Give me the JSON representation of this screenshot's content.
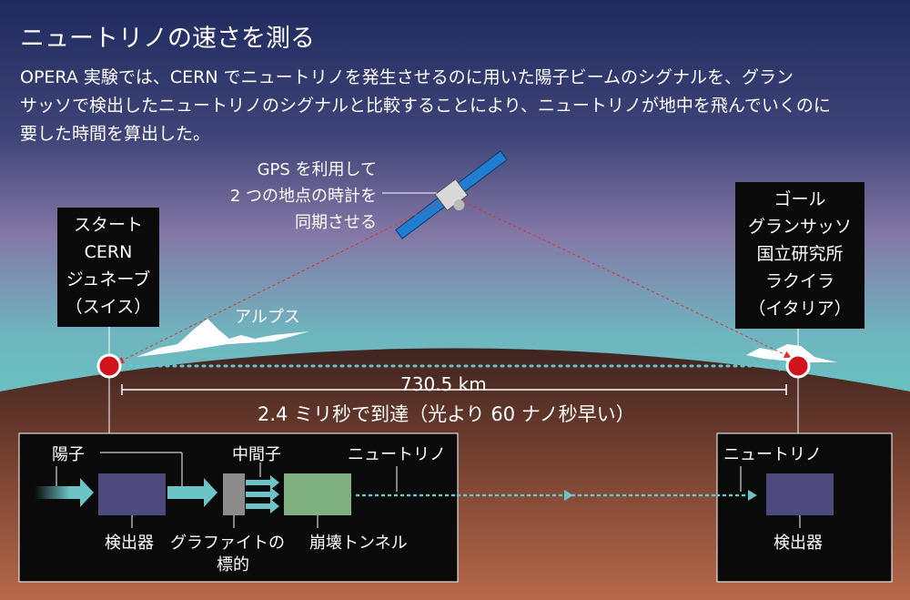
{
  "title": "ニュートリノの速さを測る",
  "description_lines": [
    "OPERA 実験では、CERN でニュートリノを発生させるのに用いた陽子ビームのシグナルを、グラン",
    "サッソで検出したニュートリノのシグナルと比較することにより、ニュートリノが地中を飛んでいくのに",
    "要した時間を算出した。"
  ],
  "gps_label_lines": [
    "GPS を利用して",
    "2 つの地点の時計を",
    "同期させる"
  ],
  "start_label_lines": [
    "スタート",
    "CERN",
    "ジュネーブ",
    "（スイス）"
  ],
  "goal_label_lines": [
    "ゴール",
    "グランサッソ",
    "国立研究所",
    "ラクイラ",
    "（イタリア）"
  ],
  "alps_label": "アルプス",
  "distance_label": "730.5 km",
  "time_label": "2.4 ミリ秒で到達（光より 60 ナノ秒早い）",
  "cern_panel": {
    "proton_label": "陽子",
    "detector_label": "検出器",
    "target_label_lines": [
      "グラファイトの",
      "標的"
    ],
    "meson_label": "中間子",
    "tunnel_label": "崩壊トンネル",
    "neutrino_label": "ニュートリノ"
  },
  "gransasso_panel": {
    "neutrino_label": "ニュートリノ",
    "detector_label": "検出器"
  },
  "colors": {
    "sky_top": "#1f2a5e",
    "sky_mid": "#7a78a8",
    "sky_low": "#66c2c0",
    "earth_top": "#4a2a22",
    "earth_bottom": "#b5684a",
    "marker": "#d0141c",
    "beam": "#6cc4c8",
    "detector": "#4f4a7e",
    "tunnel": "#7fb07f",
    "panel": "#0a0a0a"
  }
}
